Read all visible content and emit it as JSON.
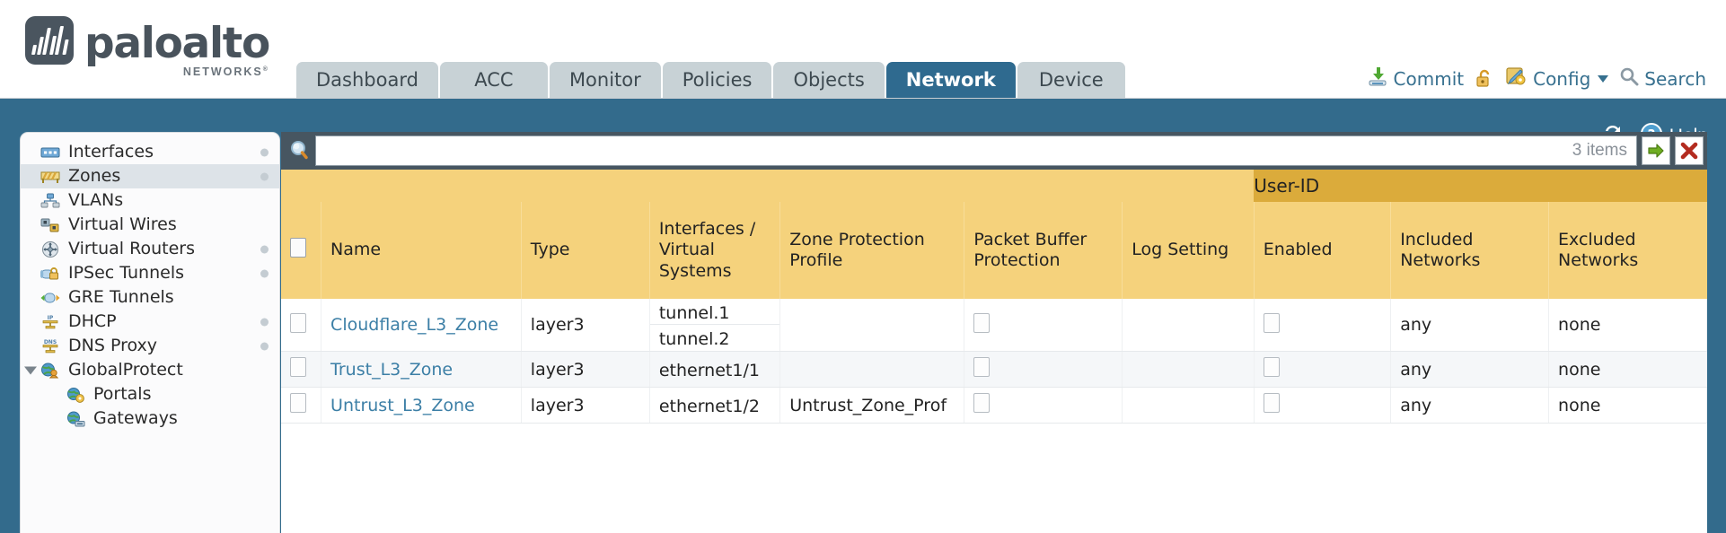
{
  "brand": {
    "name": "paloalto",
    "tagline": "NETWORKS",
    "registered": "®",
    "logo_color": "#4a555f"
  },
  "header": {
    "tabs": [
      {
        "label": "Dashboard",
        "active": false
      },
      {
        "label": "ACC",
        "active": false
      },
      {
        "label": "Monitor",
        "active": false
      },
      {
        "label": "Policies",
        "active": false
      },
      {
        "label": "Objects",
        "active": false
      },
      {
        "label": "Network",
        "active": true
      },
      {
        "label": "Device",
        "active": false
      }
    ],
    "actions": {
      "commit": "Commit",
      "lock_icon": "unlocked-padlock-icon",
      "config": "Config",
      "search": "Search"
    },
    "accent_tab_color": "#2f6a8f",
    "tab_color": "#c8d2d6",
    "link_color": "#37708f"
  },
  "utility": {
    "refresh_icon": "refresh-icon",
    "help": "Help"
  },
  "sidebar": {
    "items": [
      {
        "label": "Interfaces",
        "icon": "interfaces-icon",
        "selected": false,
        "dot": true,
        "child": false,
        "expander": false
      },
      {
        "label": "Zones",
        "icon": "zones-icon",
        "selected": true,
        "dot": true,
        "child": false,
        "expander": false
      },
      {
        "label": "VLANs",
        "icon": "vlans-icon",
        "selected": false,
        "dot": false,
        "child": false,
        "expander": false
      },
      {
        "label": "Virtual Wires",
        "icon": "virtual-wires-icon",
        "selected": false,
        "dot": false,
        "child": false,
        "expander": false
      },
      {
        "label": "Virtual Routers",
        "icon": "virtual-routers-icon",
        "selected": false,
        "dot": true,
        "child": false,
        "expander": false
      },
      {
        "label": "IPSec Tunnels",
        "icon": "ipsec-tunnels-icon",
        "selected": false,
        "dot": true,
        "child": false,
        "expander": false
      },
      {
        "label": "GRE Tunnels",
        "icon": "gre-tunnels-icon",
        "selected": false,
        "dot": false,
        "child": false,
        "expander": false
      },
      {
        "label": "DHCP",
        "icon": "dhcp-icon",
        "selected": false,
        "dot": true,
        "child": false,
        "expander": false
      },
      {
        "label": "DNS Proxy",
        "icon": "dns-proxy-icon",
        "selected": false,
        "dot": true,
        "child": false,
        "expander": false
      },
      {
        "label": "GlobalProtect",
        "icon": "globalprotect-icon",
        "selected": false,
        "dot": false,
        "child": false,
        "expander": true
      },
      {
        "label": "Portals",
        "icon": "portals-icon",
        "selected": false,
        "dot": false,
        "child": true,
        "expander": false
      },
      {
        "label": "Gateways",
        "icon": "gateways-icon",
        "selected": false,
        "dot": false,
        "child": true,
        "expander": false
      }
    ]
  },
  "search": {
    "icon": "magnifier-icon",
    "value": "",
    "placeholder": "",
    "items_count": "3 items",
    "apply_icon": "green-arrow-icon",
    "clear_icon": "red-x-icon"
  },
  "table": {
    "group_header": "User-ID",
    "group_header_color": "#dbab3b",
    "header_color": "#f5d27c",
    "columns": [
      "Name",
      "Type",
      "Interfaces / Virtual Systems",
      "Zone Protection Profile",
      "Packet Buffer Protection",
      "Log Setting",
      "Enabled",
      "Included Networks",
      "Excluded Networks"
    ],
    "column_lines": {
      "name": "Name",
      "type": "Type",
      "interfaces_l1": "Interfaces /",
      "interfaces_l2": "Virtual",
      "interfaces_l3": "Systems",
      "zone_protection_l1": "Zone Protection",
      "zone_protection_l2": "Profile",
      "packet_buffer_l1": "Packet Buffer",
      "packet_buffer_l2": "Protection",
      "log_setting": "Log Setting",
      "enabled": "Enabled",
      "included_l1": "Included",
      "included_l2": "Networks",
      "excluded_l1": "Excluded",
      "excluded_l2": "Networks"
    },
    "rows": [
      {
        "selected": false,
        "name": "Cloudflare_L3_Zone",
        "type": "layer3",
        "interfaces": [
          "tunnel.1",
          "tunnel.2"
        ],
        "zone_protection_profile": "",
        "packet_buffer_protection": false,
        "log_setting": "",
        "user_id_enabled": false,
        "included_networks": "any",
        "excluded_networks": "none"
      },
      {
        "selected": false,
        "name": "Trust_L3_Zone",
        "type": "layer3",
        "interfaces": [
          "ethernet1/1"
        ],
        "zone_protection_profile": "",
        "packet_buffer_protection": false,
        "log_setting": "",
        "user_id_enabled": false,
        "included_networks": "any",
        "excluded_networks": "none"
      },
      {
        "selected": false,
        "name": "Untrust_L3_Zone",
        "type": "layer3",
        "interfaces": [
          "ethernet1/2"
        ],
        "zone_protection_profile": "Untrust_Zone_Prof",
        "packet_buffer_protection": false,
        "log_setting": "",
        "user_id_enabled": false,
        "included_networks": "any",
        "excluded_networks": "none"
      }
    ]
  }
}
